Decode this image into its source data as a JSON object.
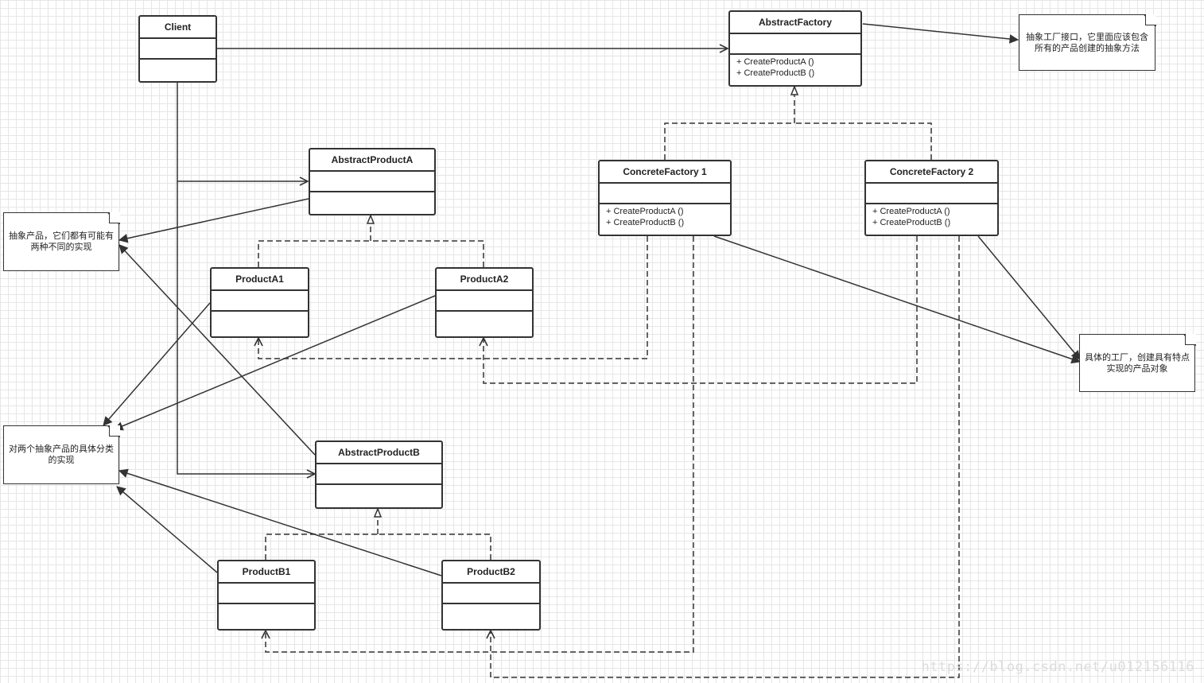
{
  "classes": {
    "client": {
      "name": "Client",
      "operations": []
    },
    "abstract_factory": {
      "name": "AbstractFactory",
      "operations": [
        "+ CreateProductA ()",
        "+ CreateProductB ()"
      ]
    },
    "concrete_factory_1": {
      "name": "ConcreteFactory 1",
      "operations": [
        "+ CreateProductA ()",
        "+ CreateProductB ()"
      ]
    },
    "concrete_factory_2": {
      "name": "ConcreteFactory 2",
      "operations": [
        "+ CreateProductA ()",
        "+ CreateProductB ()"
      ]
    },
    "abstract_product_a": {
      "name": "AbstractProductA",
      "operations": []
    },
    "product_a1": {
      "name": "ProductA1",
      "operations": []
    },
    "product_a2": {
      "name": "ProductA2",
      "operations": []
    },
    "abstract_product_b": {
      "name": "AbstractProductB",
      "operations": []
    },
    "product_b1": {
      "name": "ProductB1",
      "operations": []
    },
    "product_b2": {
      "name": "ProductB2",
      "operations": []
    }
  },
  "notes": {
    "abstract_factory_note": "抽象工厂接口，它里面应该包含所有的产品创建的抽象方法",
    "abstract_product_note": "抽象产品，它们都有可能有两种不同的实现",
    "concrete_product_note": "对两个抽象产品的具体分类的实现",
    "concrete_factory_note": "具体的工厂，创建具有特点实现的产品对象"
  },
  "relations": [
    {
      "type": "association",
      "from": "client",
      "to": "abstract_factory"
    },
    {
      "type": "association",
      "from": "client",
      "to": "abstract_product_a"
    },
    {
      "type": "association",
      "from": "client",
      "to": "abstract_product_b"
    },
    {
      "type": "realization",
      "from": "concrete_factory_1",
      "to": "abstract_factory"
    },
    {
      "type": "realization",
      "from": "concrete_factory_2",
      "to": "abstract_factory"
    },
    {
      "type": "realization",
      "from": "product_a1",
      "to": "abstract_product_a"
    },
    {
      "type": "realization",
      "from": "product_a2",
      "to": "abstract_product_a"
    },
    {
      "type": "realization",
      "from": "product_b1",
      "to": "abstract_product_b"
    },
    {
      "type": "realization",
      "from": "product_b2",
      "to": "abstract_product_b"
    },
    {
      "type": "dependency",
      "from": "concrete_factory_1",
      "to": "product_a1"
    },
    {
      "type": "dependency",
      "from": "concrete_factory_1",
      "to": "product_b1"
    },
    {
      "type": "dependency",
      "from": "concrete_factory_2",
      "to": "product_a2"
    },
    {
      "type": "dependency",
      "from": "concrete_factory_2",
      "to": "product_b2"
    },
    {
      "type": "note-link",
      "from": "abstract_factory",
      "to": "abstract_factory_note"
    },
    {
      "type": "note-link",
      "from": "abstract_product_a",
      "to": "abstract_product_note"
    },
    {
      "type": "note-link",
      "from": "abstract_product_b",
      "to": "abstract_product_note"
    },
    {
      "type": "note-link",
      "from": "product_a1",
      "to": "concrete_product_note"
    },
    {
      "type": "note-link",
      "from": "product_a2",
      "to": "concrete_product_note"
    },
    {
      "type": "note-link",
      "from": "product_b1",
      "to": "concrete_product_note"
    },
    {
      "type": "note-link",
      "from": "product_b2",
      "to": "concrete_product_note"
    },
    {
      "type": "note-link",
      "from": "concrete_factory_1",
      "to": "concrete_factory_note"
    },
    {
      "type": "note-link",
      "from": "concrete_factory_2",
      "to": "concrete_factory_note"
    }
  ],
  "watermark": "https://blog.csdn.net/u012156116",
  "colors": {
    "line": "#333333",
    "grid": "#e6e6e6",
    "background": "#ffffff"
  }
}
